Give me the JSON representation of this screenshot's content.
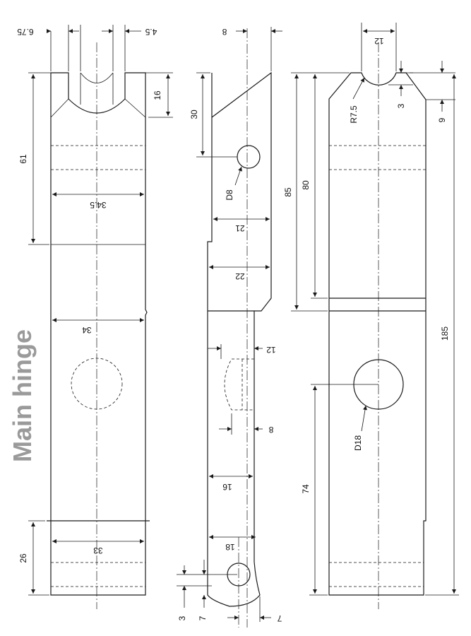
{
  "title": "Main hinge",
  "front": {
    "d_675": "6.75",
    "d_45": "4.5",
    "d_16": "16",
    "d_61": "61",
    "d_345": "34.5",
    "d_34": "34",
    "d_33": "33",
    "d_26": "26"
  },
  "side": {
    "d_8_top": "8",
    "d_30": "30",
    "d_D8": "D8",
    "d_21": "21",
    "d_22": "22",
    "d_12": "12",
    "d_8_mid": "8",
    "d_16": "16",
    "d_18": "18",
    "d_3": "3",
    "d_7_left": "7",
    "d_7_bottom": "7"
  },
  "right": {
    "d_12": "12",
    "d_R75": "R7.5",
    "d_3": "3",
    "d_9": "9",
    "d_85": "85",
    "d_80": "80",
    "d_185": "185",
    "d_D18": "D18",
    "d_74": "74"
  }
}
